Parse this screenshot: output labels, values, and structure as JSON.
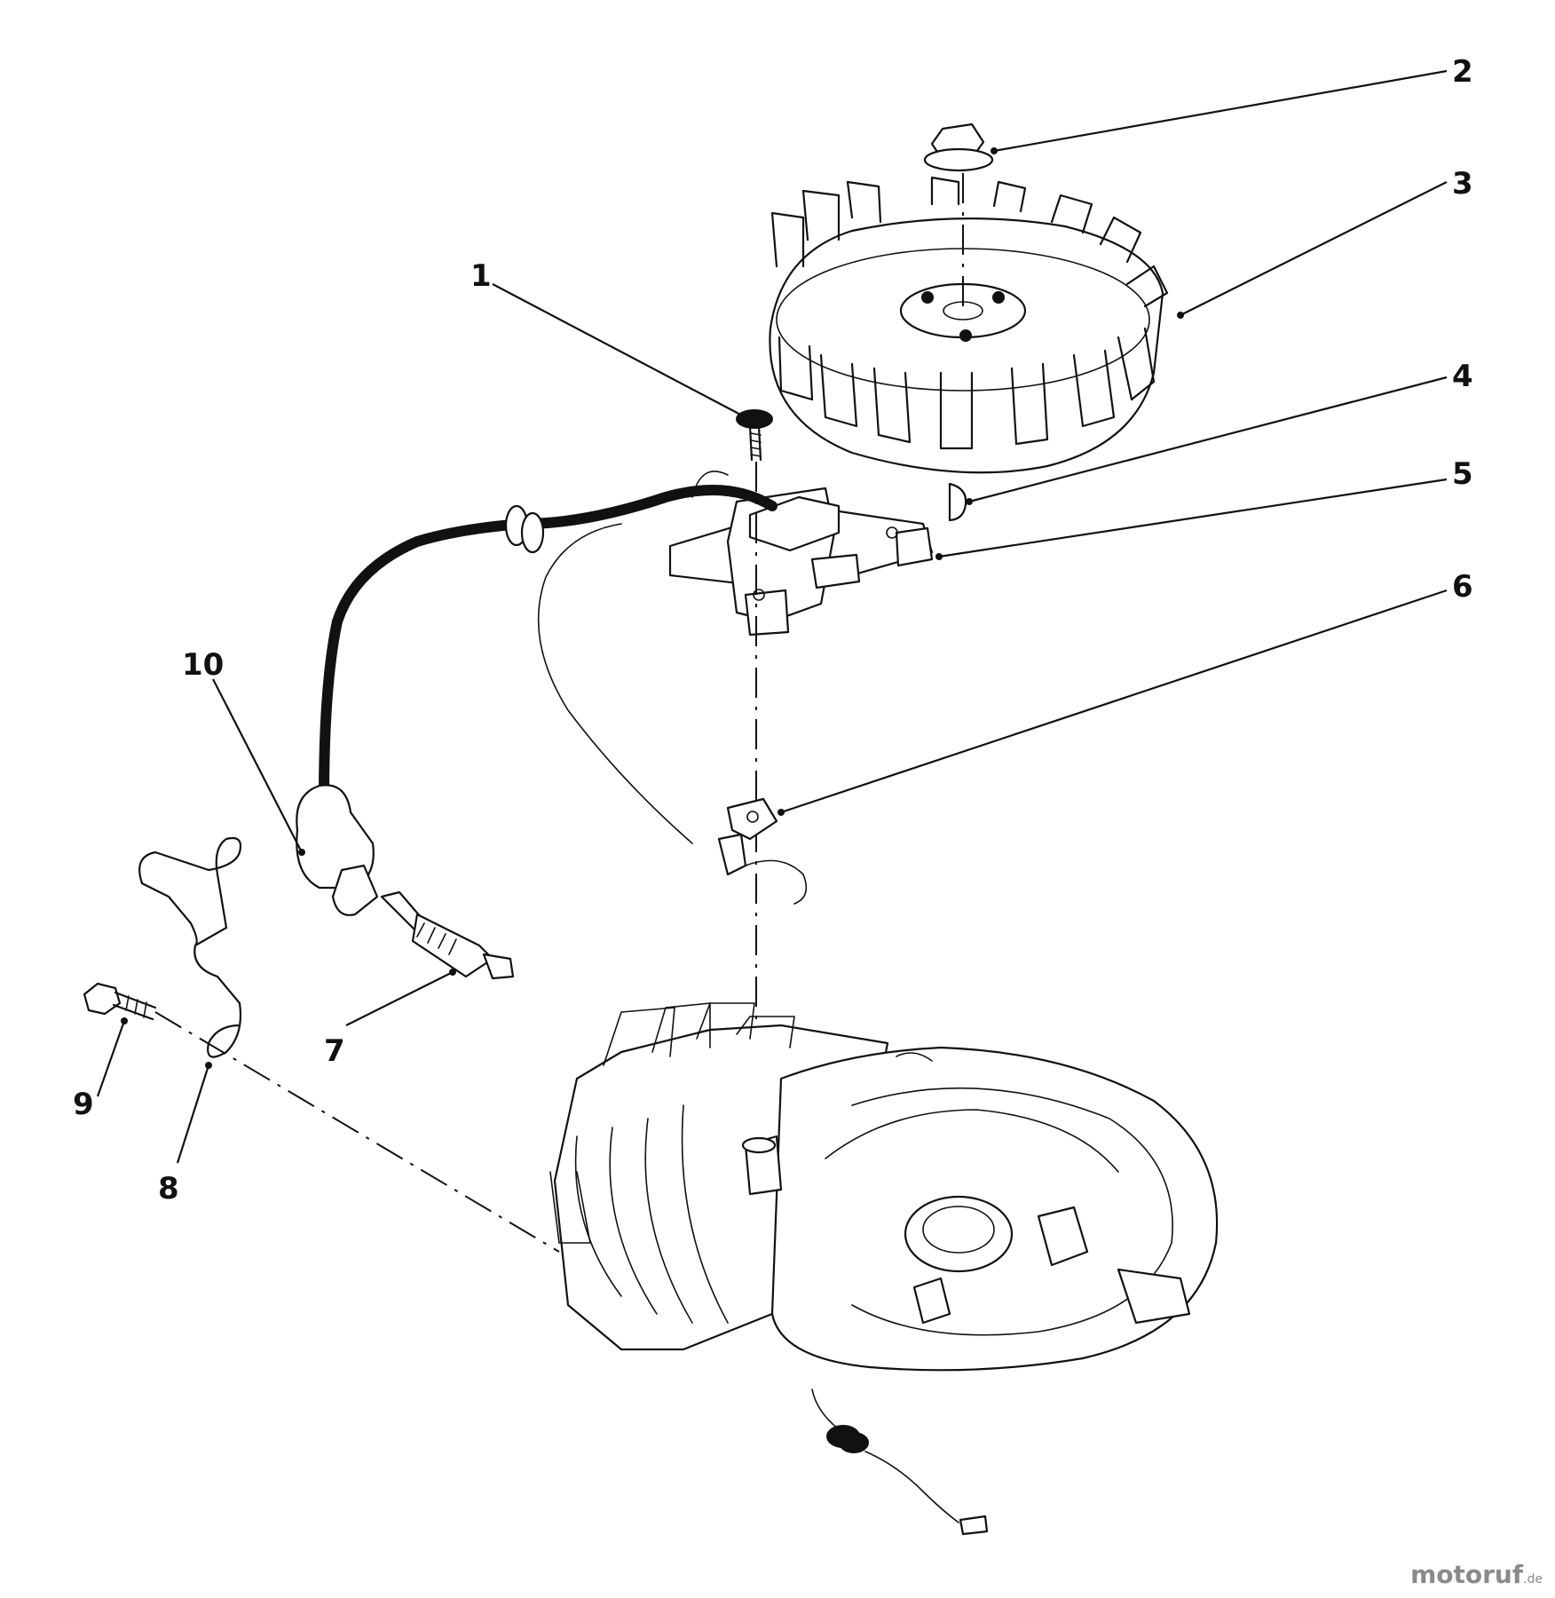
{
  "diagram": {
    "callouts": [
      {
        "id": "c1",
        "label": "1"
      },
      {
        "id": "c2",
        "label": "2"
      },
      {
        "id": "c3",
        "label": "3"
      },
      {
        "id": "c4",
        "label": "4"
      },
      {
        "id": "c5",
        "label": "5"
      },
      {
        "id": "c6",
        "label": "6"
      },
      {
        "id": "c7",
        "label": "7"
      },
      {
        "id": "c8",
        "label": "8"
      },
      {
        "id": "c9",
        "label": "9"
      },
      {
        "id": "c10",
        "label": "10"
      }
    ]
  },
  "watermark": {
    "text": "motoruf",
    "suffix": ".de"
  }
}
